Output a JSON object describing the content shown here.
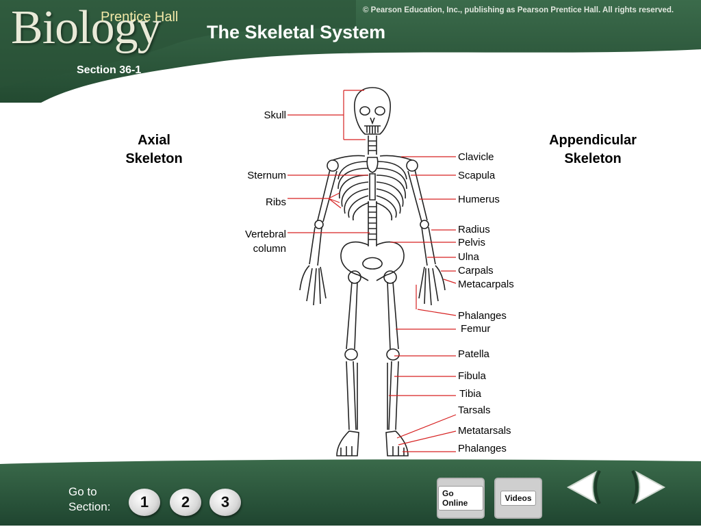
{
  "header": {
    "logo_brand": "Prentice Hall",
    "logo_word": "Biology",
    "copyright": "© Pearson Education, Inc., publishing as Pearson Prentice Hall. All rights reserved.",
    "title": "The Skeletal System",
    "section": "Section 36-1"
  },
  "headings": {
    "axial": [
      "Axial",
      "Skeleton"
    ],
    "appendicular": [
      "Appendicular",
      "Skeleton"
    ]
  },
  "left_labels": [
    "Skull",
    "Sternum",
    "Ribs",
    "Vertebral",
    "column"
  ],
  "right_labels": [
    "Clavicle",
    "Scapula",
    "Humerus",
    "Radius",
    "Pelvis",
    "Ulna",
    "Carpals",
    "Metacarpals",
    "Phalanges",
    "Femur",
    "Patella",
    "Fibula",
    "Tibia",
    "Tarsals",
    "Metatarsals",
    "Phalanges"
  ],
  "footer": {
    "goto_line1": "Go to",
    "goto_line2": "Section:",
    "section_buttons": [
      "1",
      "2",
      "3"
    ],
    "go_online": "Go Online",
    "videos": "Videos"
  },
  "colors": {
    "header_green": "#2f5a3e",
    "leader_line": "#d62020",
    "outline": "#222222"
  },
  "icons": [
    "back-arrow-icon",
    "forward-arrow-icon"
  ]
}
